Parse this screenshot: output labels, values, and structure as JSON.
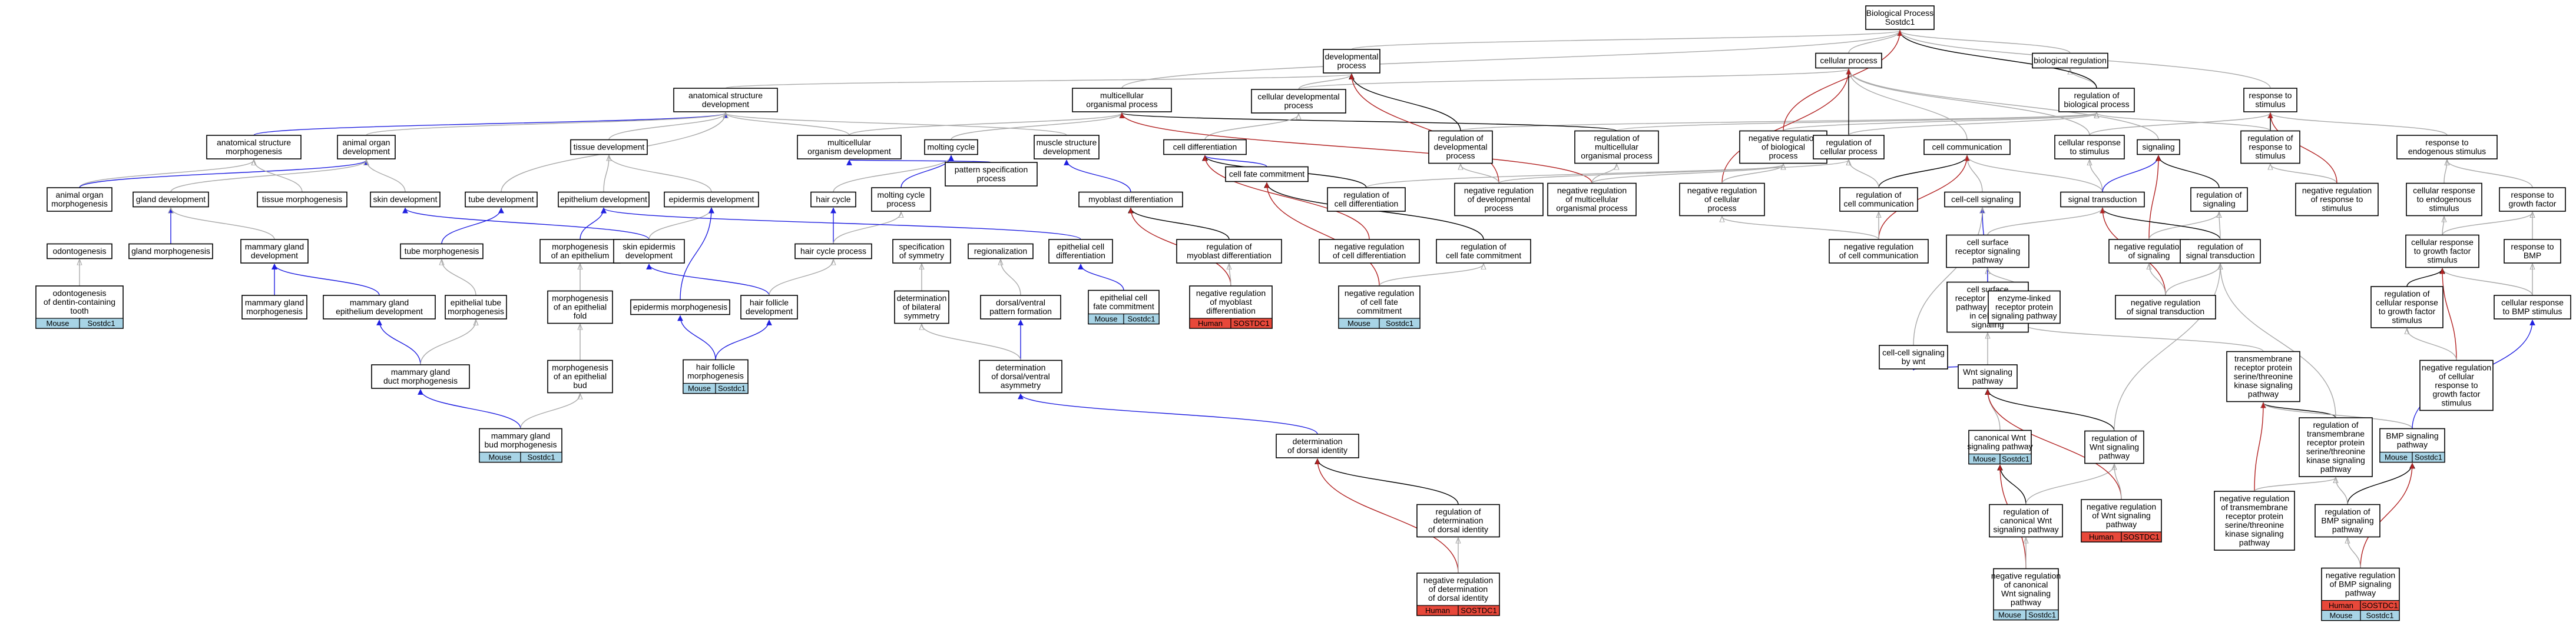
{
  "colors": {
    "is_a": "#a9a9a9",
    "part_of": "#2020e0",
    "regulates": "#000000",
    "negatively_regulates": "#b22222",
    "mouse_badge": "#a8d4e6",
    "human_badge": "#e8483a"
  },
  "nodes": {
    "n_bioproc": {
      "lines": [
        "Biological Process",
        "Sostdc1"
      ]
    },
    "n_devproc": {
      "lines": [
        "developmental",
        "process"
      ]
    },
    "n_cellproc": {
      "lines": [
        "cellular process"
      ]
    },
    "n_bioreg": {
      "lines": [
        "biological regulation"
      ]
    },
    "n_regbio": {
      "lines": [
        "regulation of",
        "biological process"
      ]
    },
    "n_resp": {
      "lines": [
        "response to",
        "stimulus"
      ]
    },
    "n_asd": {
      "lines": [
        "anatomical structure",
        "development"
      ]
    },
    "n_mop": {
      "lines": [
        "multicellular",
        "organismal process"
      ]
    },
    "n_celldevproc": {
      "lines": [
        "cellular developmental",
        "process"
      ]
    },
    "n_regdev": {
      "lines": [
        "regulation of",
        "developmental",
        "process"
      ]
    },
    "n_regmop": {
      "lines": [
        "regulation of",
        "multicellular",
        "organismal process"
      ]
    },
    "n_negregbio": {
      "lines": [
        "negative regulation",
        "of biological",
        "process"
      ]
    },
    "n_regcellproc": {
      "lines": [
        "regulation of",
        "cellular process"
      ]
    },
    "n_cellcomm": {
      "lines": [
        "cell communication"
      ]
    },
    "n_cellresp": {
      "lines": [
        "cellular response",
        "to stimulus"
      ]
    },
    "n_signaling": {
      "lines": [
        "signaling"
      ]
    },
    "n_regresp": {
      "lines": [
        "regulation of",
        "response to",
        "stimulus"
      ]
    },
    "n_respendo": {
      "lines": [
        "response to",
        "endogenous stimulus"
      ]
    },
    "n_asm": {
      "lines": [
        "anatomical structure",
        "morphogenesis"
      ]
    },
    "n_aod": {
      "lines": [
        "animal organ",
        "development"
      ]
    },
    "n_tissuedev": {
      "lines": [
        "tissue development"
      ]
    },
    "n_mod": {
      "lines": [
        "multicellular",
        "organism development"
      ]
    },
    "n_motcycle": {
      "lines": [
        "molting cycle"
      ]
    },
    "n_musdev": {
      "lines": [
        "muscle structure",
        "development"
      ]
    },
    "n_celldiff": {
      "lines": [
        "cell differentiation"
      ]
    },
    "n_psp": {
      "lines": [
        "pattern specification",
        "process"
      ]
    },
    "n_cfc": {
      "lines": [
        "cell fate commitment"
      ]
    },
    "n_regcd": {
      "lines": [
        "regulation of",
        "cell differentiation"
      ]
    },
    "n_negregdev": {
      "lines": [
        "negative regulation",
        "of developmental",
        "process"
      ]
    },
    "n_negregmop": {
      "lines": [
        "negative regulation",
        "of multicellular",
        "organismal process"
      ]
    },
    "n_negregcp": {
      "lines": [
        "negative regulation",
        "of cellular",
        "process"
      ]
    },
    "n_regcc": {
      "lines": [
        "regulation of",
        "cell communication"
      ]
    },
    "n_cellsig": {
      "lines": [
        "cell-cell signaling"
      ]
    },
    "n_sigtrans": {
      "lines": [
        "signal transduction"
      ]
    },
    "n_regsig": {
      "lines": [
        "regulation of",
        "signaling"
      ]
    },
    "n_negregresp": {
      "lines": [
        "negative regulation",
        "of response to",
        "stimulus"
      ]
    },
    "n_cellrespendo": {
      "lines": [
        "cellular response",
        "to endogenous",
        "stimulus"
      ]
    },
    "n_respgf": {
      "lines": [
        "response to",
        "growth factor"
      ]
    },
    "n_aom": {
      "lines": [
        "animal organ",
        "morphogenesis"
      ]
    },
    "n_glanddev": {
      "lines": [
        "gland development"
      ]
    },
    "n_tissuemorph": {
      "lines": [
        "tissue morphogenesis"
      ]
    },
    "n_skindev": {
      "lines": [
        "skin development"
      ]
    },
    "n_tubedev": {
      "lines": [
        "tube development"
      ]
    },
    "n_epidev": {
      "lines": [
        "epithelium development"
      ]
    },
    "n_epiderdev": {
      "lines": [
        "epidermis development"
      ]
    },
    "n_haircycle": {
      "lines": [
        "hair cycle"
      ]
    },
    "n_mcp": {
      "lines": [
        "molting cycle",
        "process"
      ]
    },
    "n_mdiff": {
      "lines": [
        "myoblast differentiation"
      ]
    },
    "n_regcellcd": {
      "lines": [
        "regulation of",
        "cell differentiation"
      ]
    },
    "n_negregcc": {
      "lines": [
        "negative regulation",
        "of cell communication"
      ]
    },
    "n_negregsig": {
      "lines": [
        "negative regulation",
        "of signaling"
      ]
    },
    "n_regst": {
      "lines": [
        "regulation of",
        "signal transduction"
      ]
    },
    "n_cellrespgf": {
      "lines": [
        "cellular response",
        "to growth factor",
        "stimulus"
      ]
    },
    "n_respbmp": {
      "lines": [
        "response to",
        "BMP"
      ]
    },
    "n_odonto": {
      "lines": [
        "odontogenesis"
      ]
    },
    "n_glandmorph": {
      "lines": [
        "gland morphogenesis"
      ]
    },
    "n_mgd": {
      "lines": [
        "mammary gland",
        "development"
      ]
    },
    "n_tubemorph": {
      "lines": [
        "tube morphogenesis"
      ]
    },
    "n_moae": {
      "lines": [
        "morphogenesis",
        "of an epithelium"
      ]
    },
    "n_sed": {
      "lines": [
        "skin epidermis",
        "development"
      ]
    },
    "n_hcp": {
      "lines": [
        "hair cycle process"
      ]
    },
    "n_sos": {
      "lines": [
        "specification",
        "of symmetry"
      ]
    },
    "n_region": {
      "lines": [
        "regionalization"
      ]
    },
    "n_ecd": {
      "lines": [
        "epithelial cell",
        "differentiation"
      ]
    },
    "n_regmd": {
      "lines": [
        "regulation of",
        "myoblast differentiation"
      ]
    },
    "n_negregcd": {
      "lines": [
        "negative regulation",
        "of cell differentiation"
      ]
    },
    "n_regcfc": {
      "lines": [
        "regulation of",
        "cell fate commitment"
      ]
    },
    "n_csrsp": {
      "lines": [
        "cell surface",
        "receptor signaling",
        "pathway"
      ]
    },
    "n_regressig": {
      "lines": [
        "regulation of",
        "response to",
        "stimulus"
      ]
    },
    "n_crbmp": {
      "lines": [
        "cellular response",
        "to BMP stimulus"
      ]
    },
    "n_odtooth": {
      "lines": [
        "odontogenesis",
        "of dentin-containing",
        "tooth"
      ],
      "badges": [
        "Mouse",
        "Sostdc1"
      ]
    },
    "n_mgm": {
      "lines": [
        "mammary gland",
        "morphogenesis"
      ]
    },
    "n_mged": {
      "lines": [
        "mammary gland",
        "epithelium development"
      ]
    },
    "n_etm": {
      "lines": [
        "epithelial tube",
        "morphogenesis"
      ]
    },
    "n_moaef": {
      "lines": [
        "morphogenesis",
        "of an epithelial",
        "fold"
      ]
    },
    "n_epimorph": {
      "lines": [
        "epidermis morphogenesis"
      ]
    },
    "n_hfd": {
      "lines": [
        "hair follicle",
        "development"
      ]
    },
    "n_dos": {
      "lines": [
        "determination",
        "of bilateral",
        "symmetry"
      ]
    },
    "n_dvpf": {
      "lines": [
        "dorsal/ventral",
        "pattern formation"
      ]
    },
    "n_ecfc": {
      "lines": [
        "epithelial cell",
        "fate commitment"
      ],
      "badges": [
        "Mouse",
        "Sostdc1"
      ]
    },
    "n_negregmd": {
      "lines": [
        "negative regulation",
        "of myoblast",
        "differentiation"
      ],
      "badges": [
        "Human",
        "SOSTDC1"
      ]
    },
    "n_negregcfc": {
      "lines": [
        "negative regulation",
        "of cell fate",
        "commitment"
      ],
      "badges": [
        "Mouse",
        "Sostdc1"
      ]
    },
    "n_cellcomm2": {
      "lines": [
        "cell communication"
      ]
    },
    "n_csrspic": {
      "lines": [
        "cell surface",
        "receptor signaling",
        "pathway involved",
        "in cell-cell",
        "signaling"
      ]
    },
    "n_cswnt": {
      "lines": [
        "cell-cell signaling",
        "by wnt"
      ]
    },
    "n_elrsp": {
      "lines": [
        "enzyme-linked",
        "receptor protein",
        "signaling pathway"
      ]
    },
    "n_negregst": {
      "lines": [
        "negative regulation",
        "of signal transduction"
      ]
    },
    "n_regcrgf": {
      "lines": [
        "regulation of",
        "cellular response",
        "to growth factor",
        "stimulus"
      ]
    },
    "n_negregcrgf": {
      "lines": [
        "negative regulation",
        "of cellular",
        "response to",
        "growth factor",
        "stimulus"
      ]
    },
    "n_mgdm": {
      "lines": [
        "mammary gland",
        "duct morphogenesis"
      ]
    },
    "n_moaeb": {
      "lines": [
        "morphogenesis",
        "of an epithelial",
        "bud"
      ]
    },
    "n_hfm": {
      "lines": [
        "hair follicle",
        "morphogenesis"
      ],
      "badges": [
        "Mouse",
        "Sostdc1"
      ]
    },
    "n_ddva": {
      "lines": [
        "determination",
        "of dorsal/ventral",
        "asymmetry"
      ]
    },
    "n_wnt": {
      "lines": [
        "Wnt signaling",
        "pathway"
      ]
    },
    "n_tmrsk": {
      "lines": [
        "transmembrane",
        "receptor protein",
        "serine/threonine",
        "kinase signaling",
        "pathway"
      ]
    },
    "n_mgbm": {
      "lines": [
        "mammary gland",
        "bud morphogenesis"
      ],
      "badges": [
        "Mouse",
        "Sostdc1"
      ]
    },
    "n_ddi": {
      "lines": [
        "determination",
        "of dorsal identity"
      ]
    },
    "n_cwnt": {
      "lines": [
        "canonical Wnt",
        "signaling pathway"
      ],
      "badges": [
        "Mouse",
        "Sostdc1"
      ]
    },
    "n_regwnt": {
      "lines": [
        "regulation of",
        "Wnt signaling",
        "pathway"
      ]
    },
    "n_regtmrsk": {
      "lines": [
        "regulation of",
        "transmembrane",
        "receptor protein",
        "serine/threonine",
        "kinase signaling",
        "pathway"
      ]
    },
    "n_bmp": {
      "lines": [
        "BMP signaling",
        "pathway"
      ],
      "badges": [
        "Mouse",
        "Sostdc1"
      ]
    },
    "n_regddi": {
      "lines": [
        "regulation of",
        "determination",
        "of dorsal identity"
      ]
    },
    "n_regcwnt": {
      "lines": [
        "regulation of",
        "canonical Wnt",
        "signaling pathway"
      ]
    },
    "n_negregwnt": {
      "lines": [
        "negative regulation",
        "of Wnt signaling",
        "pathway"
      ],
      "badges": [
        "Human",
        "SOSTDC1"
      ]
    },
    "n_negregtmrsk": {
      "lines": [
        "negative regulation",
        "of transmembrane",
        "receptor protein",
        "serine/threonine",
        "kinase signaling",
        "pathway"
      ]
    },
    "n_regbmp": {
      "lines": [
        "regulation of",
        "BMP signaling",
        "pathway"
      ]
    },
    "n_negregddi": {
      "lines": [
        "negative regulation",
        "of determination",
        "of dorsal identity"
      ],
      "badges": [
        "Human",
        "SOSTDC1"
      ]
    },
    "n_negregcwnt": {
      "lines": [
        "negative regulation",
        "of canonical",
        "Wnt signaling",
        "pathway"
      ],
      "badges": [
        "Mouse",
        "Sostdc1"
      ]
    },
    "n_negregbmp": {
      "lines": [
        "negative regulation",
        "of BMP signaling",
        "pathway"
      ],
      "badges": [
        "Human",
        "SOSTDC1",
        "Mouse",
        "Sostdc1"
      ]
    }
  }
}
